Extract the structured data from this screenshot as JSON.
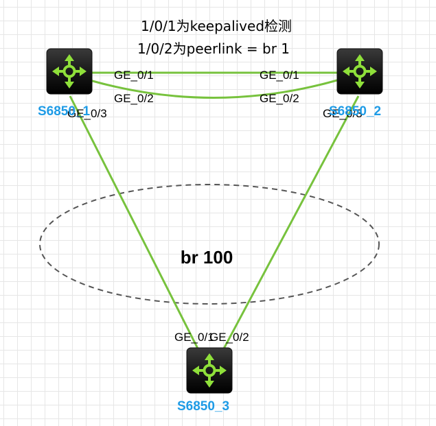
{
  "title": {
    "line1": "1/0/1为keepalived检测",
    "line2": "1/0/2为peerlink = br 1"
  },
  "devices": [
    {
      "id": "s1",
      "label": "S6850_1"
    },
    {
      "id": "s2",
      "label": "S6850_2"
    },
    {
      "id": "s3",
      "label": "S6850_3"
    }
  ],
  "links": [
    {
      "id": "s1-s2-keepalive",
      "from": "S6850_1",
      "from_port": "GE_0/1",
      "to": "S6850_2",
      "to_port": "GE_0/1"
    },
    {
      "id": "s1-s2-peerlink",
      "from": "S6850_1",
      "from_port": "GE_0/2",
      "to": "S6850_2",
      "to_port": "GE_0/2"
    },
    {
      "id": "s1-s3",
      "from": "S6850_1",
      "from_port": "GE_0/3",
      "to": "S6850_3",
      "to_port": "GE_0/1"
    },
    {
      "id": "s2-s3",
      "from": "S6850_2",
      "from_port": "GE_0/3",
      "to": "S6850_3",
      "to_port": "GE_0/2"
    }
  ],
  "bridge_domain": {
    "label": "br 100"
  },
  "colors": {
    "link": "#77c23d",
    "device_label": "#1e9be6",
    "router_icon_arrows": "#8fe03a",
    "router_body": "#1a1a1a"
  },
  "icons": {
    "router": "router-icon"
  }
}
